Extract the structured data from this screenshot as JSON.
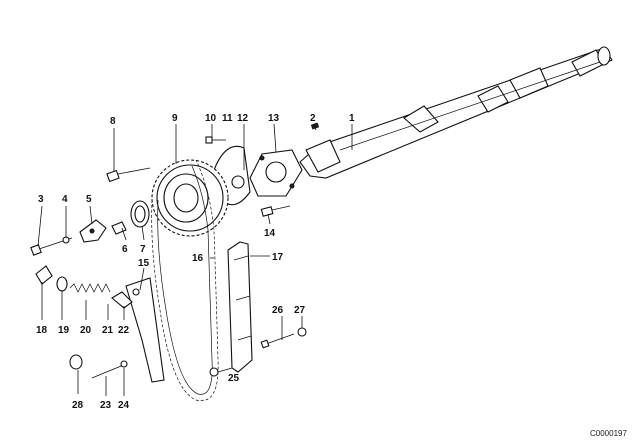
{
  "labels": [
    "1",
    "2",
    "3",
    "4",
    "5",
    "6",
    "7",
    "8",
    "9",
    "10",
    "11",
    "12",
    "13",
    "14",
    "15",
    "16",
    "17",
    "18",
    "19",
    "20",
    "21",
    "22",
    "23",
    "24",
    "25",
    "26",
    "27",
    "28",
    "28"
  ],
  "diagram_code": "C0000197"
}
